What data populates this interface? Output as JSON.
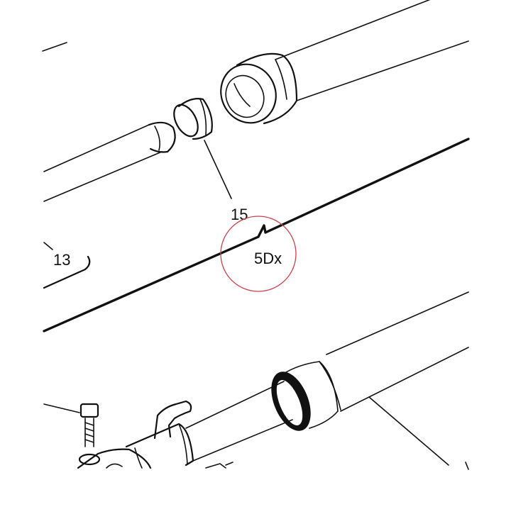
{
  "diagram": {
    "labels": {
      "part_13": "13",
      "part_15": "15",
      "callout": "5Dx"
    },
    "colors": {
      "ink": "#111111",
      "callout_circle": "#c8414b",
      "background": "#ffffff"
    }
  }
}
